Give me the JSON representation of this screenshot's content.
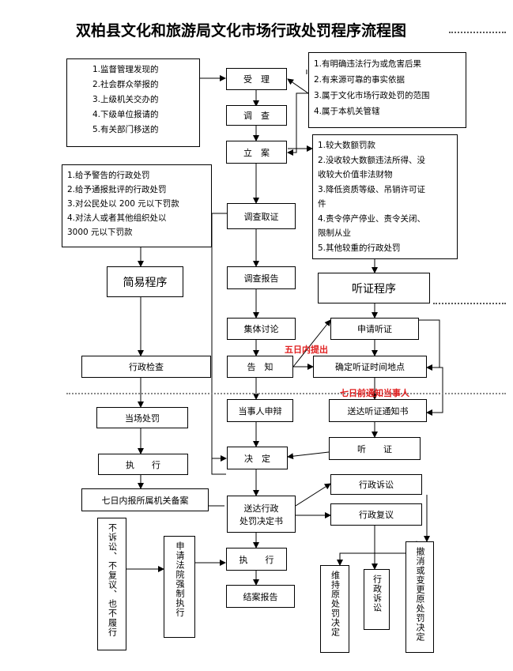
{
  "title": "双柏县文化和旅游局文化市场行政处罚程序流程图",
  "sources": [
    "1.监督管理发现的",
    "2.社会群众举报的",
    "3.上级机关交办的",
    "4.下级单位报请的",
    "5.有关部门移送的"
  ],
  "filing_conditions": [
    "1.有明确违法行为或危害后果",
    "2.有来源可靠的事实依据",
    "3.属于文化市场行政处罚的范围",
    "4.属于本机关管辖"
  ],
  "simple_conditions": [
    "1.给予警告的行政处罚",
    "2.给予通报批评的行政处罚",
    "3.对公民处以 200 元以下罚款",
    "4.对法人或者其他组织处以",
    "3000 元以下罚款"
  ],
  "hearing_conditions": [
    "1.较大数额罚款",
    "2.没收较大数额违法所得、没",
    "收较大价值非法财物",
    "3.降低资质等级、吊销许可证",
    "件",
    "4.责令停产停业、责令关闭、",
    "限制从业",
    "5.其他较重的行政处罚"
  ],
  "main_flow": {
    "accept": "受　理",
    "investigate": "调　查",
    "file_case": "立　案",
    "collect_evidence": "调查取证",
    "report": "调查报告",
    "group_discussion": "集体讨论",
    "notify": "告　知",
    "defense": "当事人申辩",
    "decision": "决　定",
    "deliver_decision_1": "送达行政",
    "deliver_decision_2": "处罚决定书",
    "execute": "执　　行",
    "closing_report": "结案报告"
  },
  "simple_flow": {
    "header": "简易程序",
    "inspection": "行政检查",
    "on_site_penalty": "当场处罚",
    "execute": "执　　行",
    "record": "七日内报所属机关备案"
  },
  "hearing_flow": {
    "header": "听证程序",
    "apply": "申请听证",
    "fix_time": "确定听证时间地点",
    "send_notice": "送达听证通知书",
    "hearing": "听　　证"
  },
  "review_flow": {
    "litigation": "行政诉讼",
    "reconsideration": "行政复议",
    "maintain": "维持原处罚决定",
    "litigation2": "行政诉讼",
    "revoke": "撤消或变更原处罚决定"
  },
  "no_action": "不诉讼、不复议、也不履行",
  "enforce": "申请法院强制执行",
  "red_notes": {
    "five_days": "五日内提出",
    "seven_days": "七日前通知当事人"
  },
  "colors": {
    "accent": "#e02020",
    "line": "#000000"
  }
}
